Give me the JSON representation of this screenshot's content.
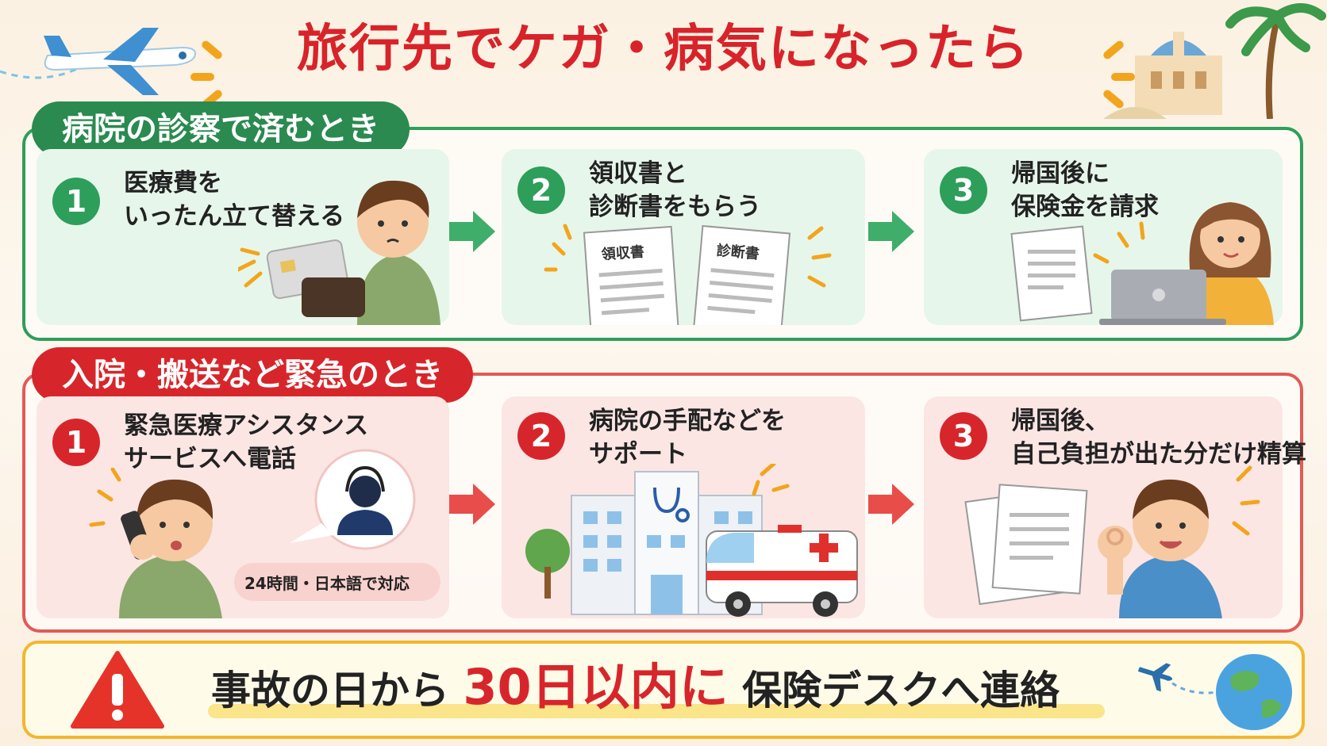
{
  "title": {
    "part1": "旅行先で",
    "part2": "ケガ・病気",
    "part3": "になったら"
  },
  "section_clinic": {
    "label": "病院の診察で済むとき",
    "steps": [
      {
        "number": "1",
        "line1": "医療費を",
        "line2": "いったん立て替える"
      },
      {
        "number": "2",
        "line1": "領収書と",
        "line2": "診断書をもらう",
        "doc_labels": [
          "領収書",
          "診断書"
        ]
      },
      {
        "number": "3",
        "line1": "帰国後に",
        "line2": "保険金を請求"
      }
    ]
  },
  "section_emergency": {
    "label": "入院・搬送など緊急のとき",
    "steps": [
      {
        "number": "1",
        "line1": "緊急医療アシスタンス",
        "line2": "サービスへ電話",
        "bubble": "24時間・日本語で対応"
      },
      {
        "number": "2",
        "line1": "病院の手配などを",
        "line2": "サポート"
      },
      {
        "number": "3",
        "line1": "帰国後、",
        "line2": "自己負担が出た分だけ精算"
      }
    ]
  },
  "notice": {
    "text1": "事故の日から",
    "highlight": "30日以内に",
    "text2": "保険デスクへ連絡"
  },
  "colors": {
    "green": "#2e9e5b",
    "red": "#d7262b",
    "yellow": "#f2b72c"
  }
}
